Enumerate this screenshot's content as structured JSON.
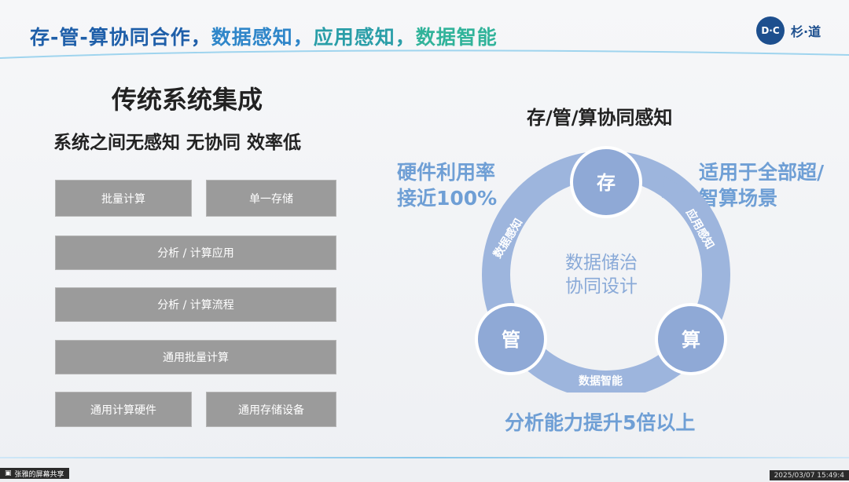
{
  "header": {
    "title_part1": "存-管-算协同合作，",
    "title_part2": "数据感知，",
    "title_part3": "应用感知，",
    "title_part4": "数据智能",
    "logo_mark": "D·C",
    "logo_text": "杉·道"
  },
  "left": {
    "title": "传统系统集成",
    "subtitle": "系统之间无感知 无协同 效率低",
    "boxes": {
      "batch_compute": "批量计算",
      "single_storage": "单一存储",
      "analysis_app": "分析 / 计算应用",
      "analysis_flow": "分析 / 计算流程",
      "general_batch": "通用批量计算",
      "general_hardware": "通用计算硬件",
      "general_storage": "通用存储设备"
    }
  },
  "right": {
    "title": "存/管/算协同感知",
    "note_left_line1": "硬件利用率",
    "note_left_line2": "接近100%",
    "note_right_line1": "适用于全部超/",
    "note_right_line2": "智算场景",
    "note_bottom": "分析能力提升5倍以上",
    "center_line1": "数据储治",
    "center_line2": "协同设计",
    "node_store": "存",
    "node_manage": "管",
    "node_compute": "算",
    "arc_data_aware": "数据感知",
    "arc_app_aware": "应用感知",
    "arc_data_intel": "数据智能",
    "colors": {
      "ring": "#9db5dd",
      "node": "#8fa9d6",
      "accent_text": "#6f9fd5"
    }
  },
  "taskbar": {
    "share_label": "张雅的屏幕共享",
    "timestamp": "2025/03/07 15:49:4"
  }
}
